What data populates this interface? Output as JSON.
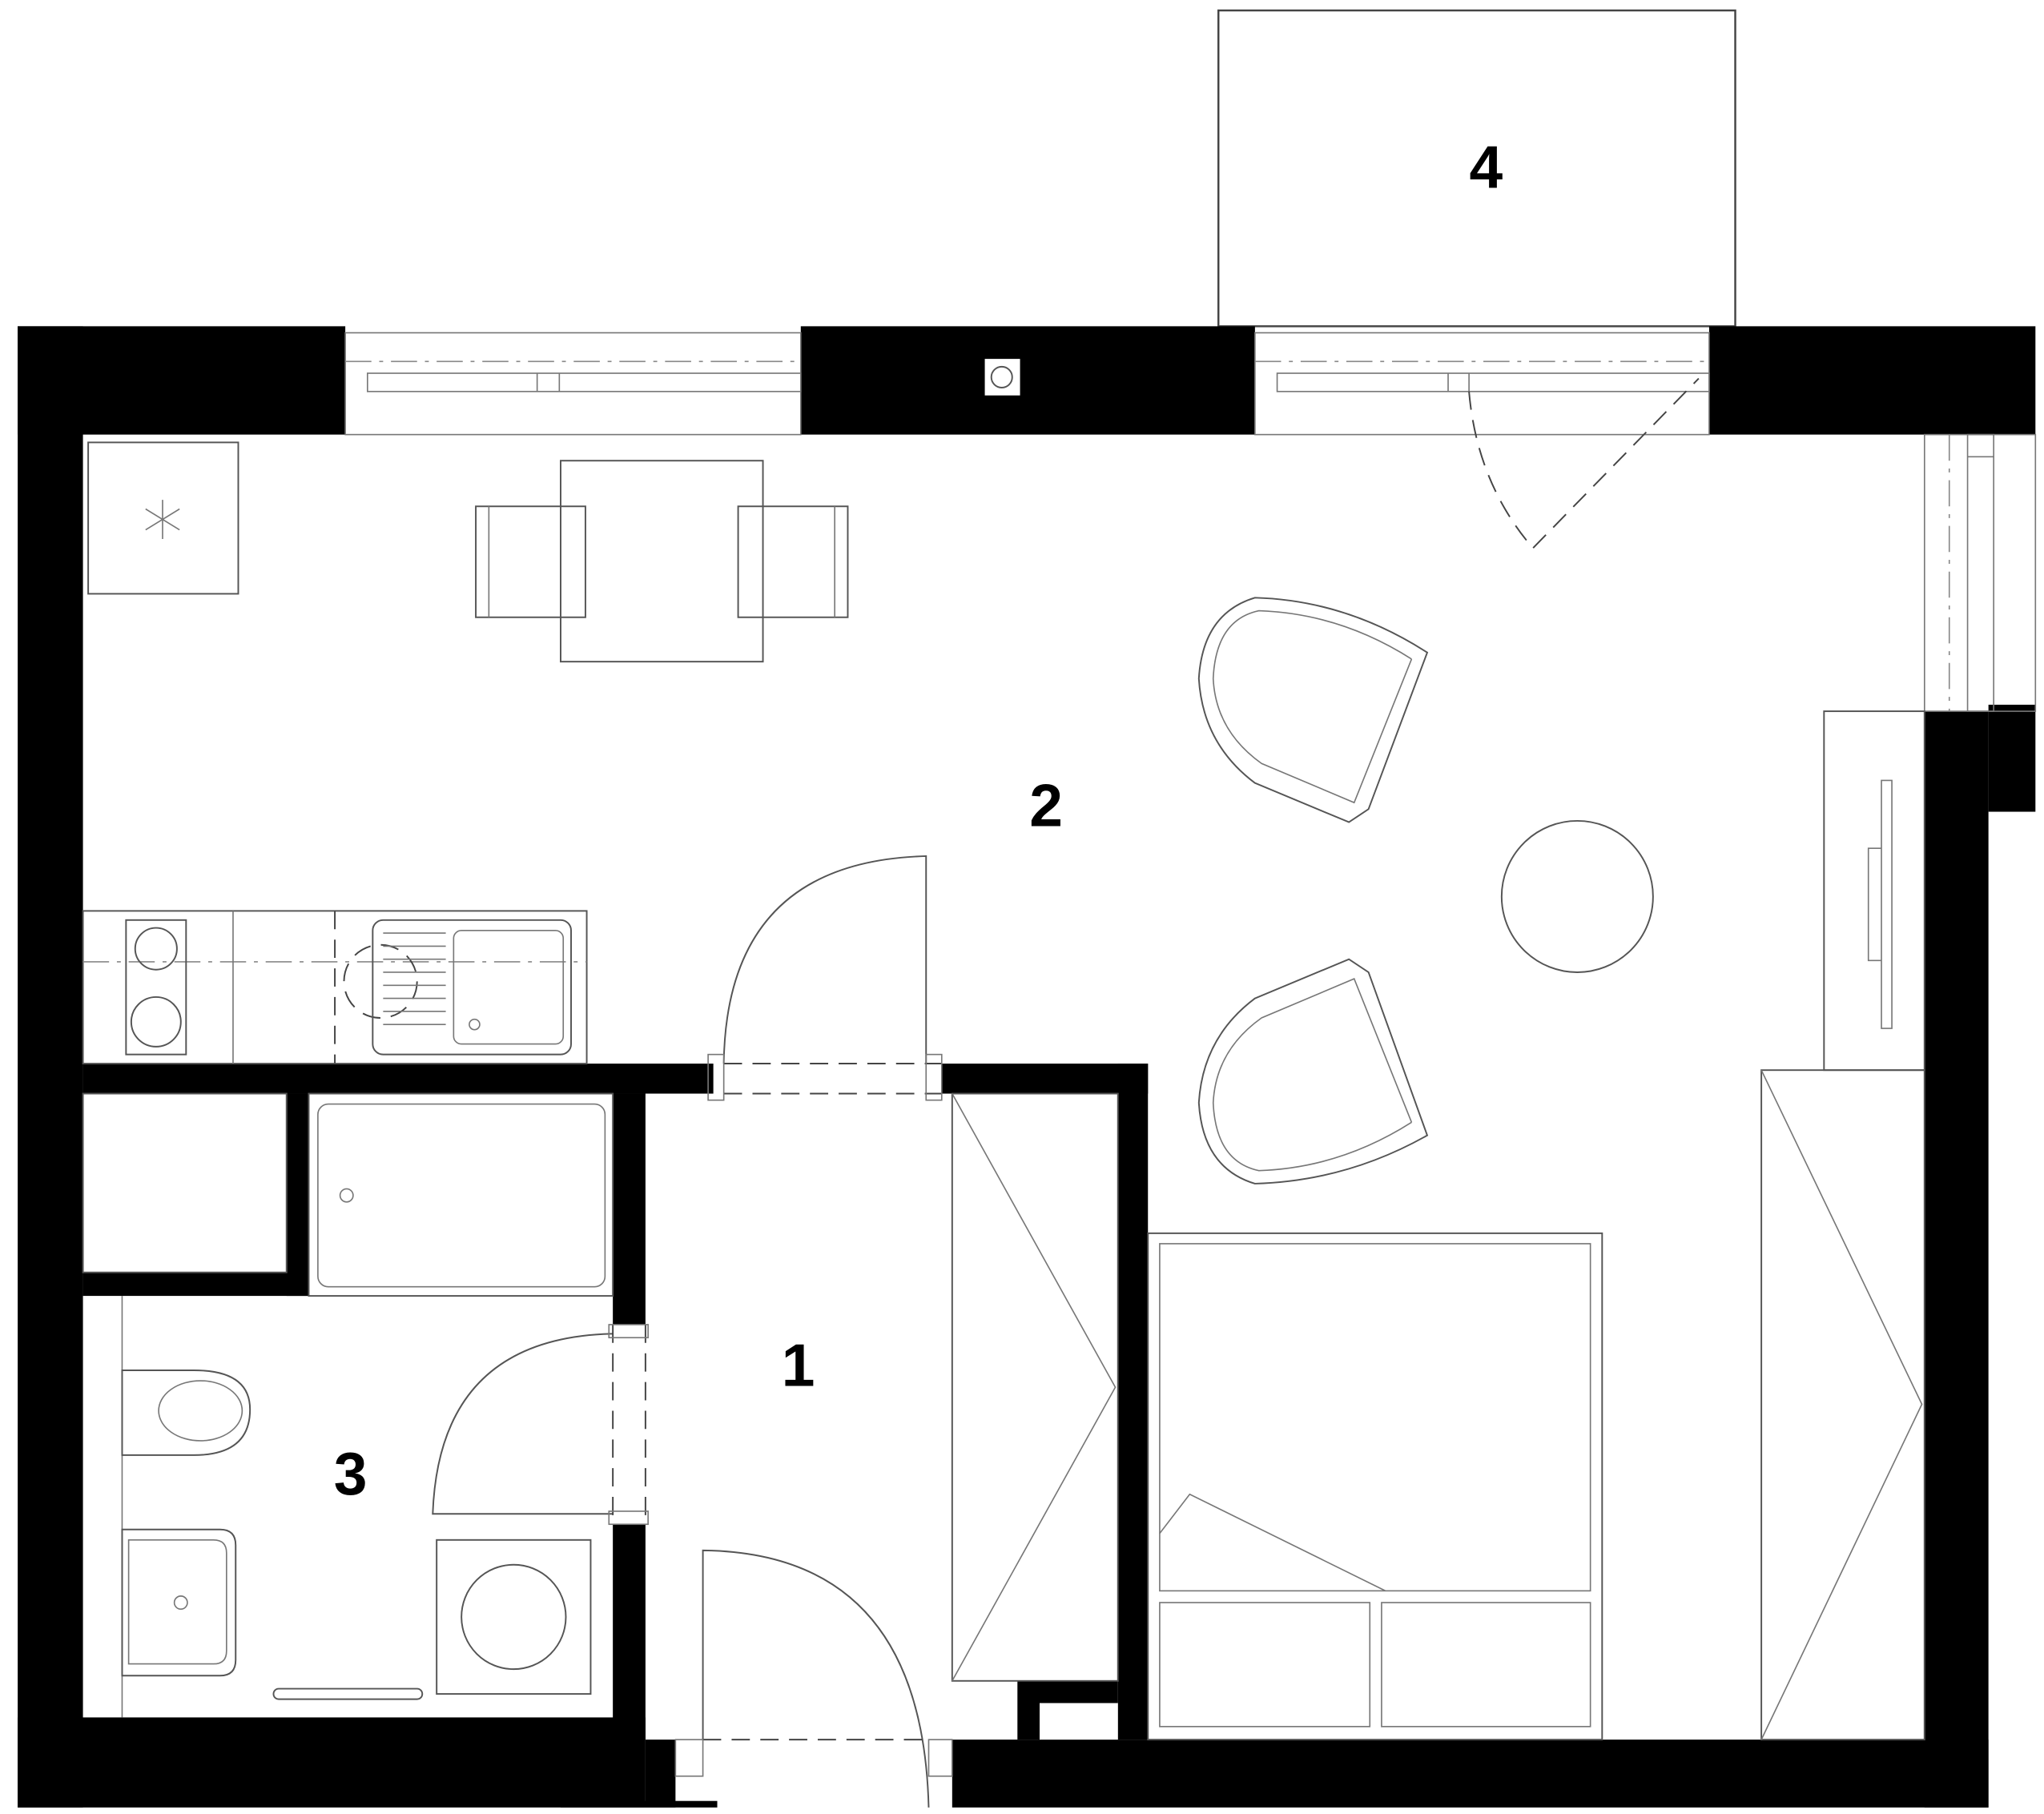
{
  "plan": {
    "rooms": [
      {
        "id": "hall",
        "label": "1"
      },
      {
        "id": "living",
        "label": "2"
      },
      {
        "id": "bathroom",
        "label": "3"
      },
      {
        "id": "balcony",
        "label": "4"
      }
    ],
    "colors": {
      "wall": "#000000",
      "line": "#555555",
      "background": "#ffffff"
    }
  }
}
